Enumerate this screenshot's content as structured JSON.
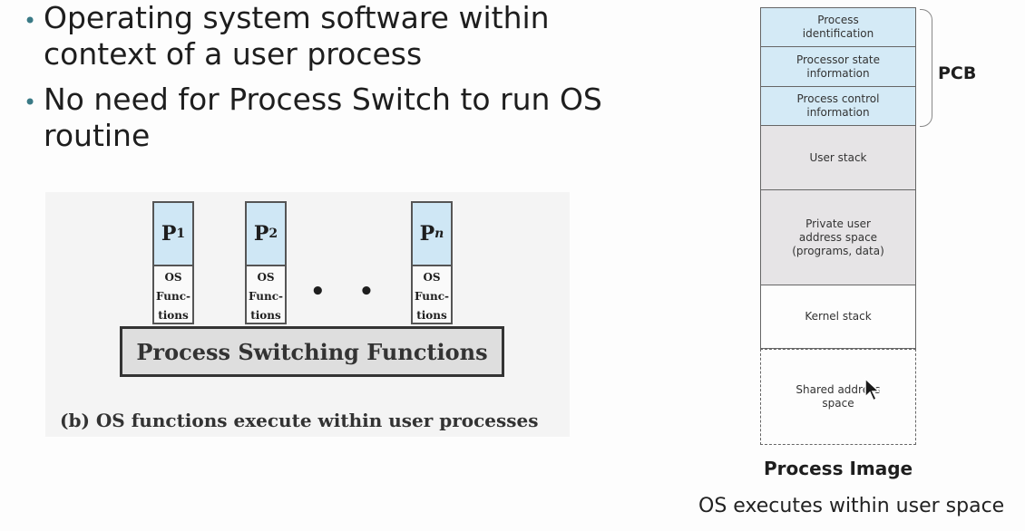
{
  "bullets": [
    {
      "line1": "Operating system software within",
      "line2": "context of a user process"
    },
    {
      "line1": "No need for Process Switch to run OS",
      "line2": "routine"
    }
  ],
  "figure_b": {
    "processes": [
      {
        "letter": "P",
        "subscript": "1",
        "os": [
          "OS",
          "Func-",
          "tions"
        ]
      },
      {
        "letter": "P",
        "subscript": "2",
        "os": [
          "OS",
          "Func-",
          "tions"
        ]
      },
      {
        "letter": "P",
        "subscript": "n",
        "os": [
          "OS",
          "Func-",
          "tions"
        ]
      }
    ],
    "ellipsis": "• • •",
    "switching_label": "Process Switching Functions",
    "caption": "(b) OS functions execute within user processes"
  },
  "process_image": {
    "segments": [
      {
        "line1": "Process",
        "line2": "identification",
        "line3": ""
      },
      {
        "line1": "Processor state",
        "line2": "information",
        "line3": ""
      },
      {
        "line1": "Process control",
        "line2": "information",
        "line3": ""
      },
      {
        "line1": "User stack",
        "line2": "",
        "line3": ""
      },
      {
        "line1": "Private user",
        "line2": "address space",
        "line3": "(programs, data)"
      },
      {
        "line1": "Kernel stack",
        "line2": "",
        "line3": ""
      },
      {
        "line1": "Shared address",
        "line2": "space",
        "line3": ""
      }
    ],
    "pcb_label": "PCB",
    "title": "Process Image",
    "caption": "OS executes within user space"
  },
  "colors": {
    "bullet": "#3a7a86",
    "pcb_blue": "#d4eaf6",
    "proc_blue": "#cfe7f5",
    "grey": "#e6e4e6"
  },
  "icons": {
    "cursor": "mouse-pointer-icon"
  }
}
